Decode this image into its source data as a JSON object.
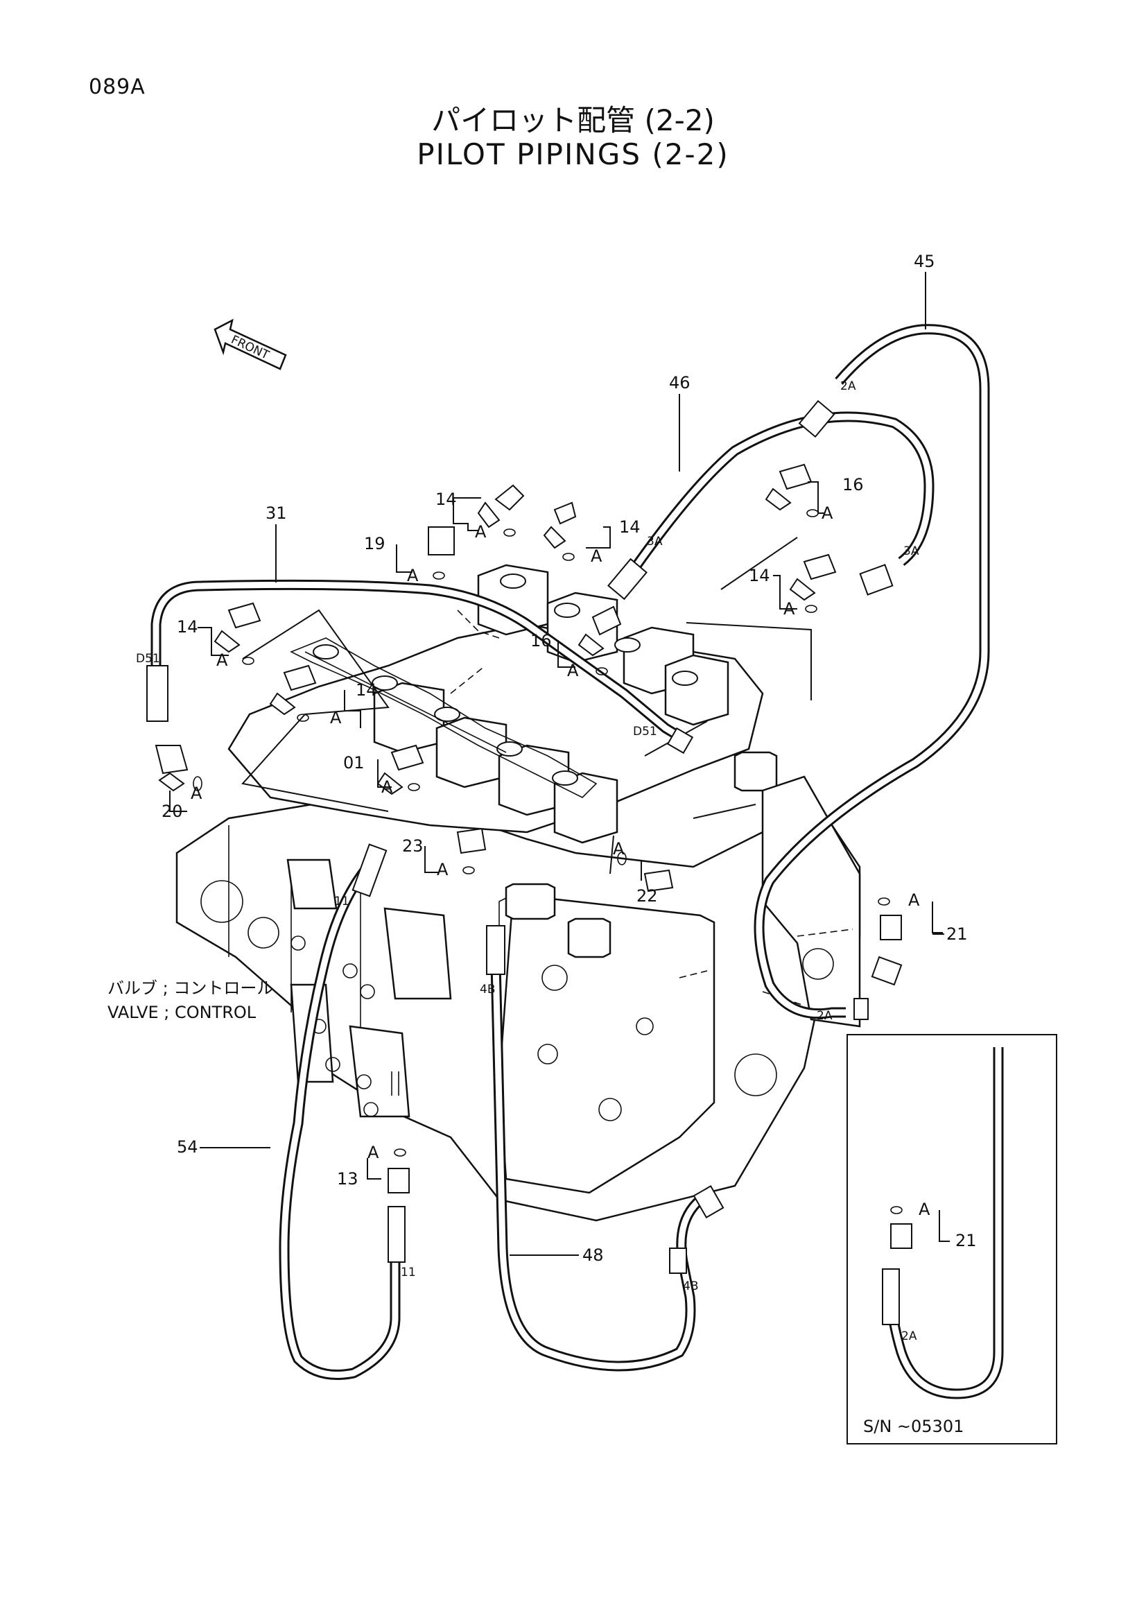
{
  "page_code": "089A",
  "title_jp": "パイロット配管 (2-2)",
  "title_en": "PILOT PIPINGS (2-2)",
  "front_label": "FRONT",
  "component": {
    "name_jp": "バルブ ; コントロール",
    "name_en": "VALVE ; CONTROL"
  },
  "inset": {
    "serial": "S/N ~05301"
  },
  "seal_label": "A",
  "part_numbers": [
    "45",
    "46",
    "31",
    "14",
    "14",
    "14",
    "14",
    "14",
    "16",
    "16",
    "19",
    "01",
    "20",
    "23",
    "22",
    "21",
    "21",
    "13",
    "54",
    "48"
  ],
  "hose_end_codes": [
    "2A",
    "3A",
    "3A",
    "D51",
    "D51",
    "11",
    "11",
    "4B",
    "4B",
    "2A",
    "2A"
  ]
}
